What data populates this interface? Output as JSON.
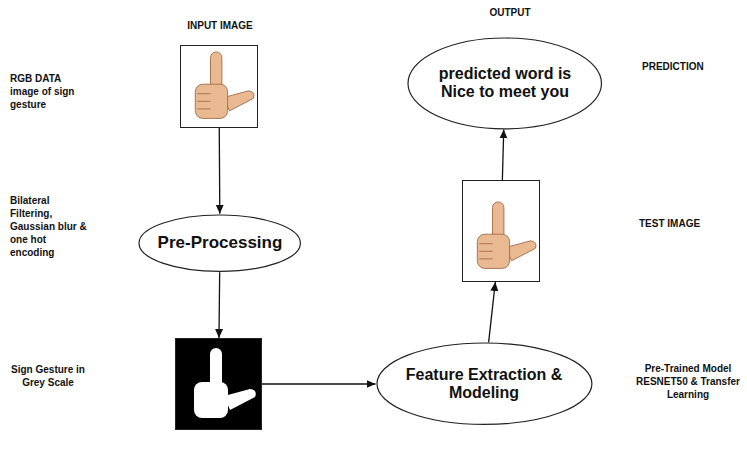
{
  "diagram": {
    "nodes": [
      {
        "text": [
          "INPUT IMAGE"
        ]
      },
      {
        "text": [
          "Pre-Processing"
        ]
      },
      {
        "text": [
          "Sign Gesture in Grey Scale"
        ]
      },
      {
        "text": [
          "Feature Extraction & Modeling"
        ]
      },
      {
        "text": [
          "TEST IMAGE"
        ]
      },
      {
        "text": [
          "predicted word is Nice to meet you"
        ]
      }
    ],
    "edges": [
      {
        "from": 0,
        "to": 1,
        "arrow": "to"
      },
      {
        "from": 1,
        "to": 2,
        "arrow": "to"
      },
      {
        "from": 2,
        "to": 3,
        "arrow": "to"
      },
      {
        "from": 3,
        "to": 4,
        "arrow": "to"
      },
      {
        "from": 4,
        "to": 5,
        "arrow": "to"
      }
    ],
    "labels": [
      "OUTPUT",
      "PREDICTION",
      "RGB DATA image of sign gesture",
      "Bilateral Filtering, Gaussian blur & one hot encoding",
      "Pre-Trained Model RESNET50 & Transfer Learning"
    ]
  }
}
